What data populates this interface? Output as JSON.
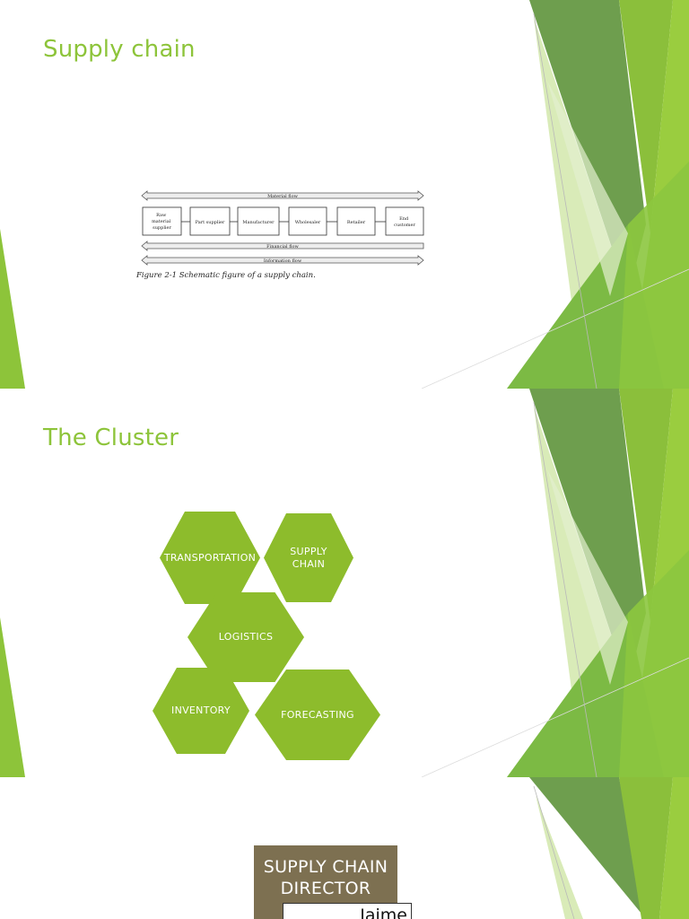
{
  "slides": [
    {
      "title": "Supply chain",
      "figure": {
        "top_arrow": "Material flow",
        "nodes": [
          "Raw\nmaterial\nsupplier",
          "Part supplier",
          "Manufacturer",
          "Wholesaler",
          "Retailer",
          "End\ncustomer"
        ],
        "bottom_arrow_1": "Financial flow",
        "bottom_arrow_2": "Information flow",
        "caption": "Figure 2-1 Schematic figure of a supply chain."
      }
    },
    {
      "title": "The Cluster",
      "hexagons": [
        "TRANSPORTATION",
        "SUPPLY\nCHAIN",
        "LOGISTICS",
        "INVENTORY",
        "FORECASTING"
      ]
    },
    {
      "card": {
        "line1": "SUPPLY CHAIN",
        "line2": "DIRECTOR",
        "name": "Jaime"
      }
    }
  ],
  "colors": {
    "accent": "#8dc43a",
    "hexagon": "#8dbc2c",
    "card": "#7d7051"
  }
}
